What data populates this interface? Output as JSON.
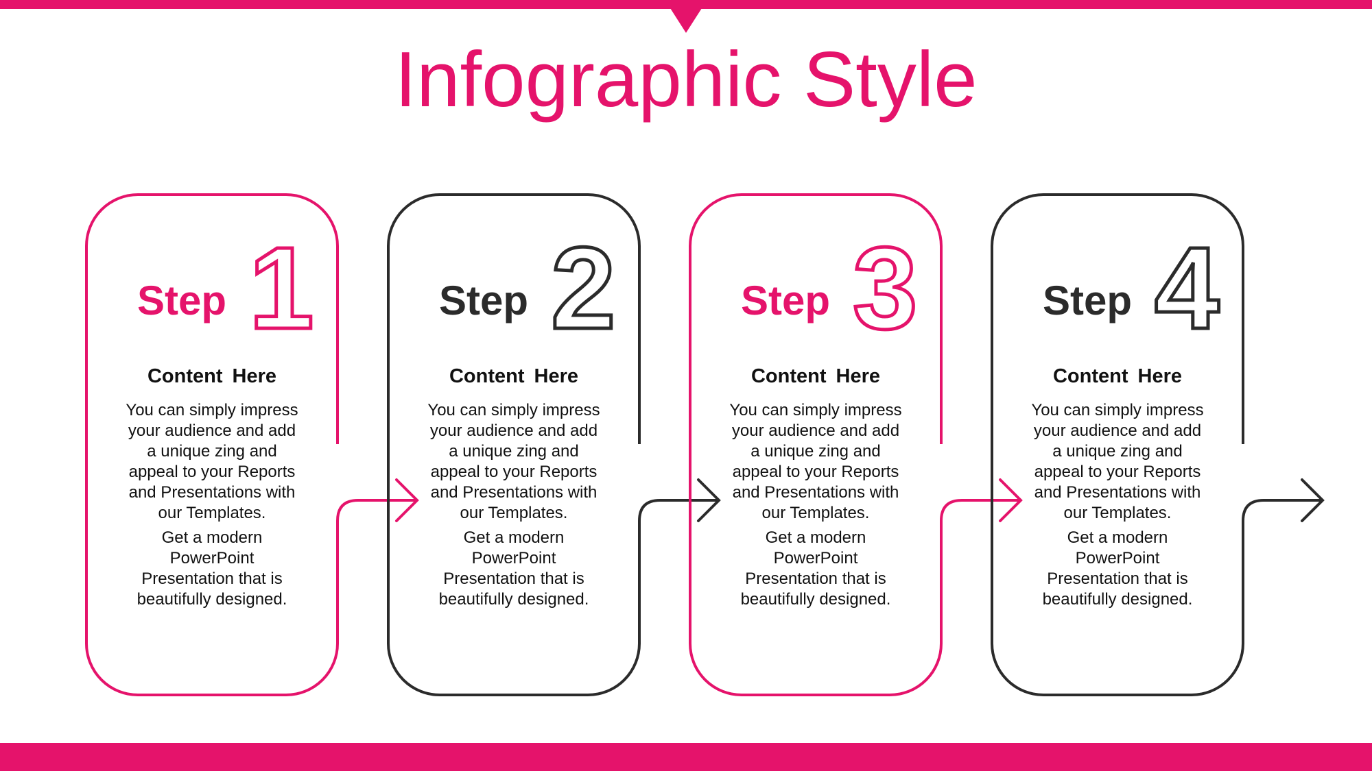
{
  "title": "Infographic Style",
  "colors": {
    "accent": "#e5136b",
    "dark": "#2b2b2b"
  },
  "steps": [
    {
      "label": "Step",
      "number": "1",
      "heading": "Content Here",
      "paragraph1": "You can simply impress your audience and add a unique zing and appeal to your Reports and Presentations with our Templates.",
      "paragraph2": "Get a modern PowerPoint Presentation that is beautifully designed."
    },
    {
      "label": "Step",
      "number": "2",
      "heading": "Content Here",
      "paragraph1": "You can simply impress your audience and add a unique zing and appeal to your Reports and Presentations with our Templates.",
      "paragraph2": "Get a modern PowerPoint Presentation that is beautifully designed."
    },
    {
      "label": "Step",
      "number": "3",
      "heading": "Content Here",
      "paragraph1": "You can simply impress your audience and add a unique zing and appeal to your Reports and Presentations with our Templates.",
      "paragraph2": "Get a modern PowerPoint Presentation that is beautifully designed."
    },
    {
      "label": "Step",
      "number": "4",
      "heading": "Content Here",
      "paragraph1": "You can simply impress your audience and add a unique zing and appeal to your Reports and Presentations with our Templates.",
      "paragraph2": "Get a modern PowerPoint Presentation that is beautifully designed."
    }
  ]
}
